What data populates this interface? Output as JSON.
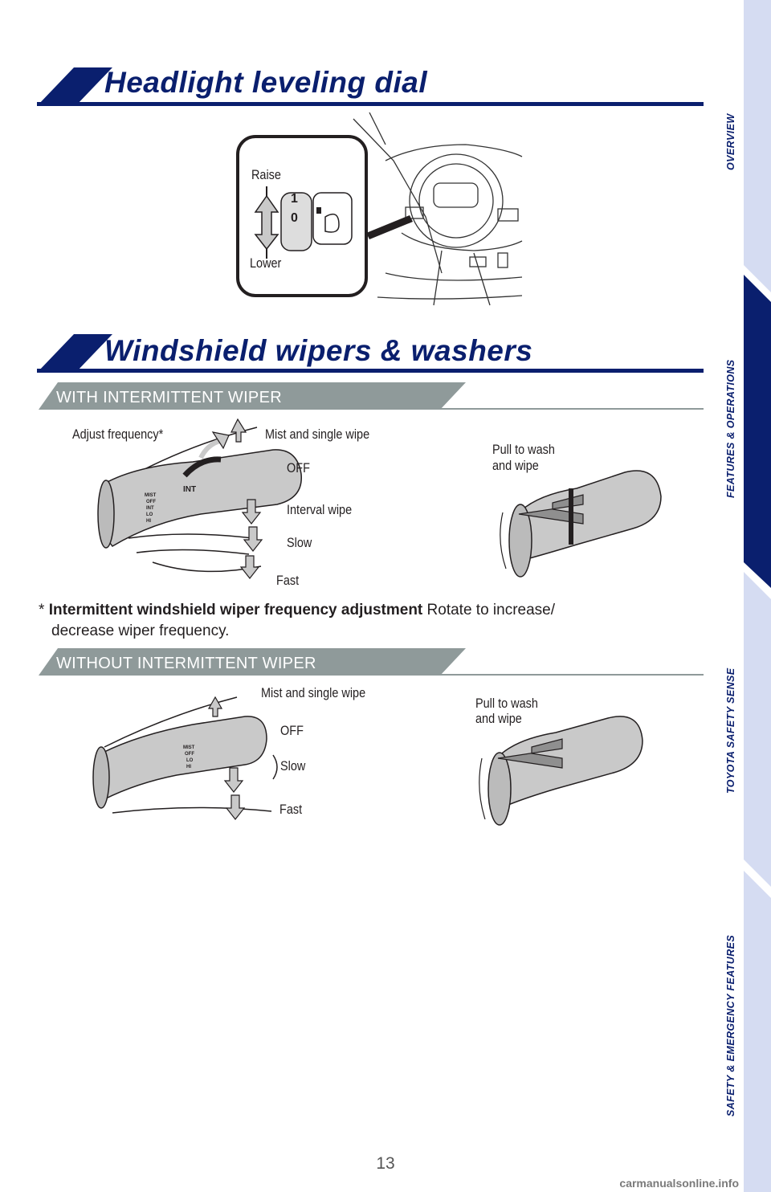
{
  "sections": {
    "headlight": {
      "title": "Headlight leveling dial",
      "raise": "Raise",
      "lower": "Lower"
    },
    "wipers": {
      "title": "Windshield wipers & washers",
      "with_int": {
        "banner": "WITH INTERMITTENT WIPER",
        "adjust": "Adjust frequency*",
        "mist": "Mist and single wipe",
        "off": "OFF",
        "interval": "Interval wipe",
        "slow": "Slow",
        "fast": "Fast",
        "pull": [
          "Pull to wash",
          "and wipe"
        ]
      },
      "note": {
        "star": "*",
        "bold": "Intermittent windshield wiper frequency adjustment",
        "text": "Rotate to increase/",
        "cont": "decrease wiper frequency."
      },
      "without_int": {
        "banner": "WITHOUT INTERMITTENT WIPER",
        "mist": "Mist and single wipe",
        "off": "OFF",
        "slow": "Slow",
        "fast": "Fast",
        "pull": [
          "Pull to wash",
          "and wipe"
        ]
      }
    }
  },
  "sidebar": {
    "tabs": [
      "OVERVIEW",
      "FEATURES & OPERATIONS",
      "TOYOTA SAFETY SENSE",
      "SAFETY & EMERGENCY FEATURES"
    ],
    "active_index": 1
  },
  "page_number": "13",
  "watermark": "carmanualsonline.info",
  "colors": {
    "navy": "#0a1f6e",
    "banner_gray": "#8f9a9a",
    "tab_light": "#d5dcf2",
    "lever_gray": "#c9c9c9"
  }
}
